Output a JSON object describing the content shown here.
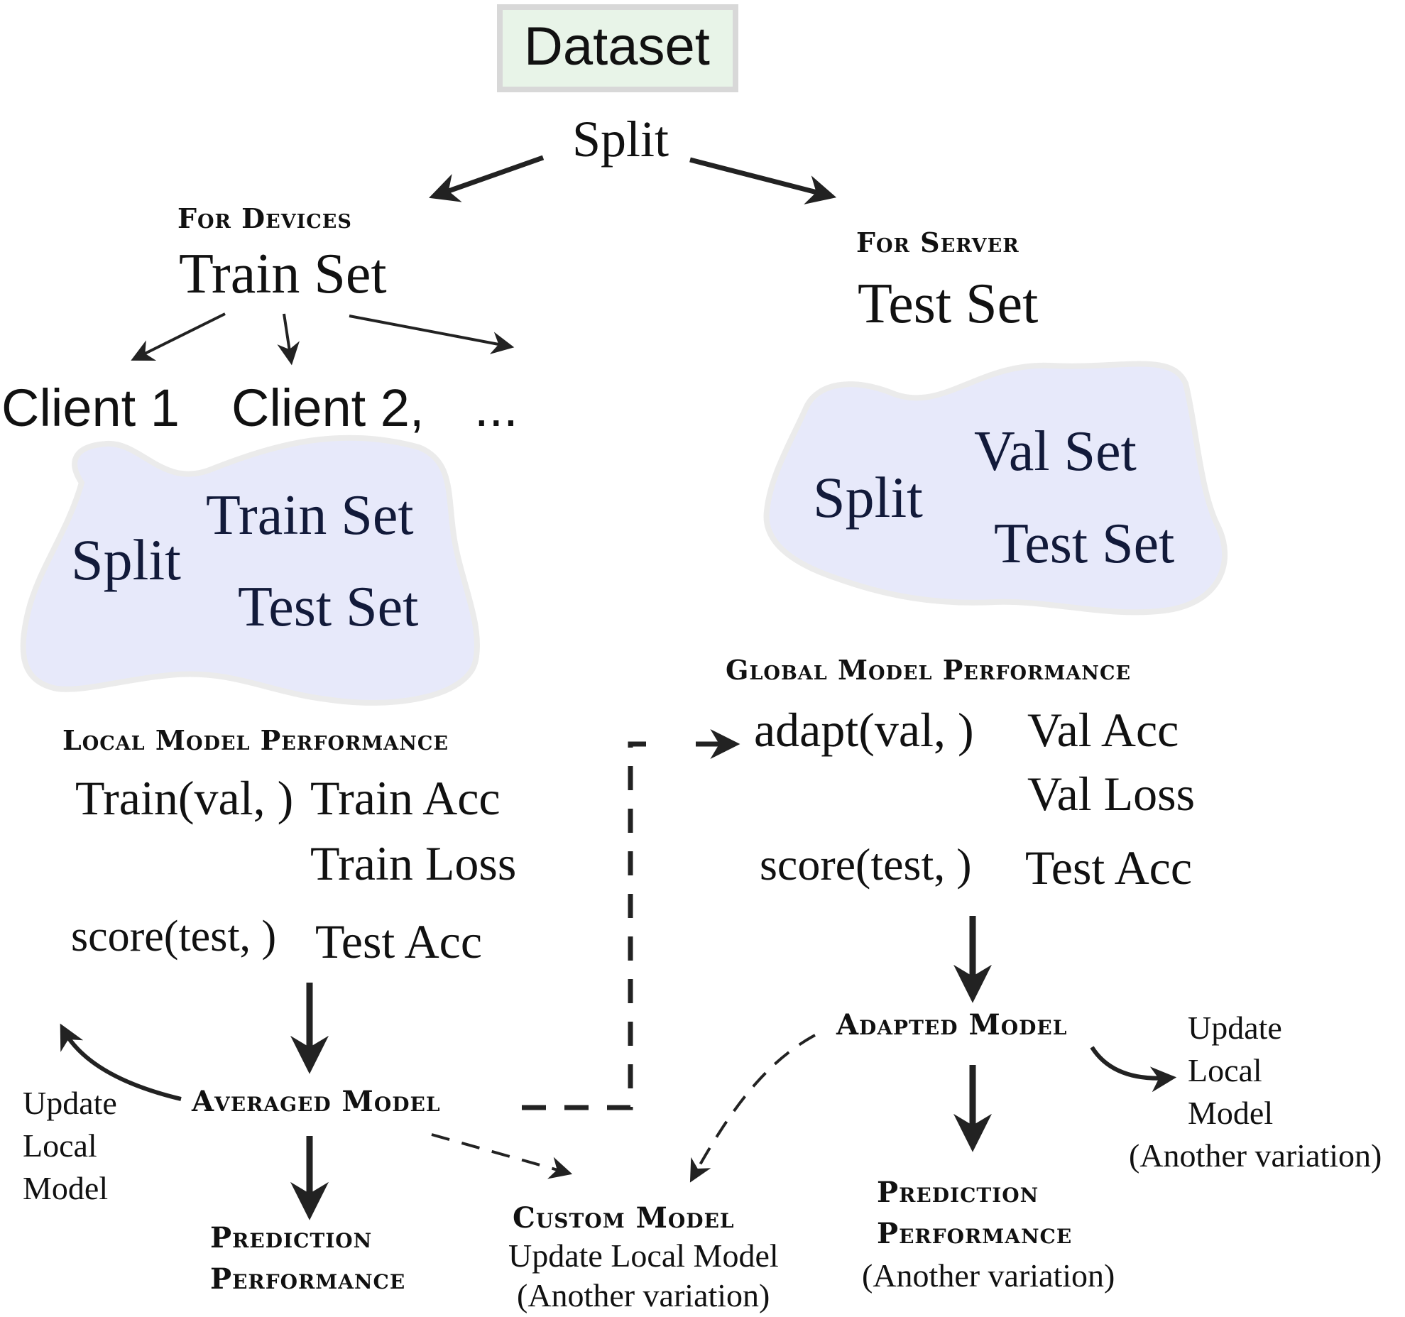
{
  "dataset": "Dataset",
  "top_split": "Split",
  "devices": {
    "heading": "For Devices",
    "label": "Train Set"
  },
  "server": {
    "heading": "For Server",
    "label": "Test Set"
  },
  "clients": {
    "client1": "Client 1",
    "client2": "Client 2,",
    "more": "..."
  },
  "local_blob": {
    "split": "Split",
    "train": "Train Set",
    "test": "Test Set"
  },
  "server_blob": {
    "split": "Split",
    "val": "Val Set",
    "test": "Test Set"
  },
  "local_perf": {
    "heading": "Local Model Performance",
    "train_call": "Train(val, )",
    "train_acc": "Train Acc",
    "train_loss": "Train Loss",
    "score_call": "score(test, )",
    "test_acc": "Test Acc"
  },
  "global_perf": {
    "heading": "Global Model Performance",
    "adapt_call": "adapt(val, )",
    "val_acc": "Val Acc",
    "val_loss": "Val Loss",
    "score_call": "score(test, )",
    "test_acc": "Test Acc"
  },
  "averaged_model": "Averaged Model",
  "adapted_model": "Adapted Model",
  "left_update": [
    "Update",
    "Local",
    "Model"
  ],
  "right_update": [
    "Update",
    "Local",
    "Model",
    "(Another variation)"
  ],
  "left_prediction": [
    "Prediction",
    "Performance"
  ],
  "custom_model": {
    "heading": "Custom Model",
    "line1": "Update Local Model",
    "line2": "(Another variation)"
  },
  "right_prediction": {
    "heading1": "Prediction",
    "heading2": "Performance",
    "note": "(Another variation)"
  },
  "colors": {
    "dataset_fill": "#e8f4e8",
    "blob_fill": "#e7e9fa",
    "blob_stroke": "#ebebeb",
    "arrow": "#222222"
  }
}
